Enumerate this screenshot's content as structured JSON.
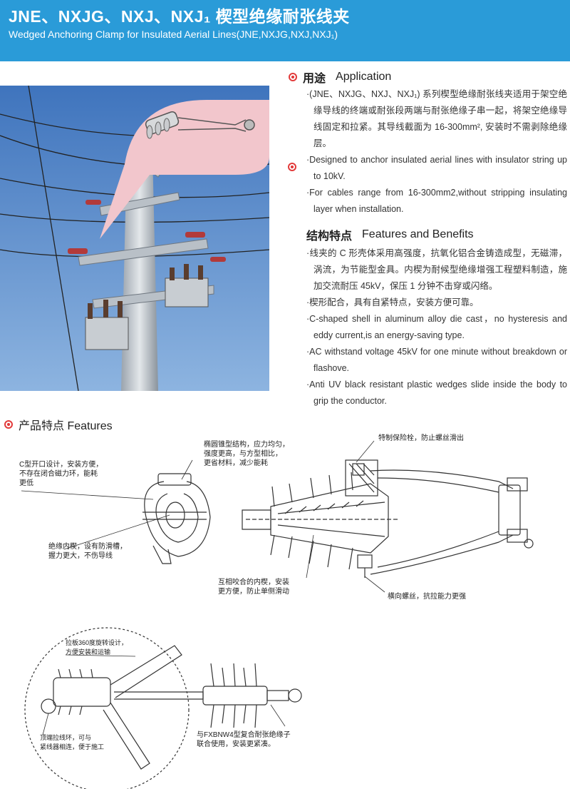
{
  "header": {
    "title_cn": "JNE、NXJG、NXJ、NXJ₁ 楔型绝缘耐张线夹",
    "title_en": "Wedged Anchoring Clamp for Insulated Aerial Lines(JNE,NXJG,NXJ,NXJ₁)"
  },
  "application": {
    "title_cn": "用途",
    "title_en": "Application",
    "paragraphs": [
      "·(JNE、NXJG、NXJ、NXJ₁) 系列楔型绝缘耐张线夹适用于架空绝缘导线的终端或耐张段两端与耐张绝缘子串一起，将架空绝缘导线固定和拉紧。其导线截面为 16-300mm², 安装时不需剥除绝缘层。",
      "·Designed to anchor insulated aerial lines with insulator string up to 10kV.",
      "·For cables range from 16-300mm2,without stripping insulating layer when installation."
    ]
  },
  "benefits": {
    "title_cn": "结构特点",
    "title_en": "Features and Benefits",
    "paragraphs": [
      "·线夹的 C 形壳体采用高强度，抗氧化铝合金铸造成型，无磁滞，涡流，为节能型金具。内楔为耐候型绝缘增强工程塑料制造，施加交流耐压 45kV，保压 1 分钟不击穿或闪络。",
      "·楔形配合，具有自紧特点，安装方便可靠。",
      "·C-shaped shell in aluminum alloy die cast，no hysteresis and eddy current,is an energy-saving type.",
      "·AC withstand voltage 45kV for one minute without breakdown or flashove.",
      "·Anti UV black resistant plastic wedges slide inside the body to grip the conductor."
    ]
  },
  "features": {
    "title": "产品特点 Features",
    "labels": {
      "c_opening": "C型开口设计，安装方便，\n不存在闭合磁力环，能耗\n更低",
      "ellipse_cone": "椭圆锥型结构，应力均匀，\n强度更高，与方型相比，\n更省材料，减少能耗",
      "safety_bolt": "特制保险栓，防止螺丝滑出",
      "inner_wedge": "绝缘内楔，设有防滑槽，\n握力更大，不伤导线",
      "interlock": "互相咬合的内楔，安装\n更方便，防止单侧滑动",
      "cross_screw": "横向螺丝，抗拉能力更强",
      "plate_rotate": "拉板360度旋转设计，\n方便安装和运输",
      "end_ring": "顶端拉线环，可与\n紧线器相连，便于施工",
      "insulator": "与FXBNW4型复合耐张绝缘子\n联合使用，安装更紧凑。"
    }
  },
  "colors": {
    "header_bg": "#2a9bd8",
    "accent_red": "#e23b3b",
    "sky": "#4a7fc4"
  }
}
